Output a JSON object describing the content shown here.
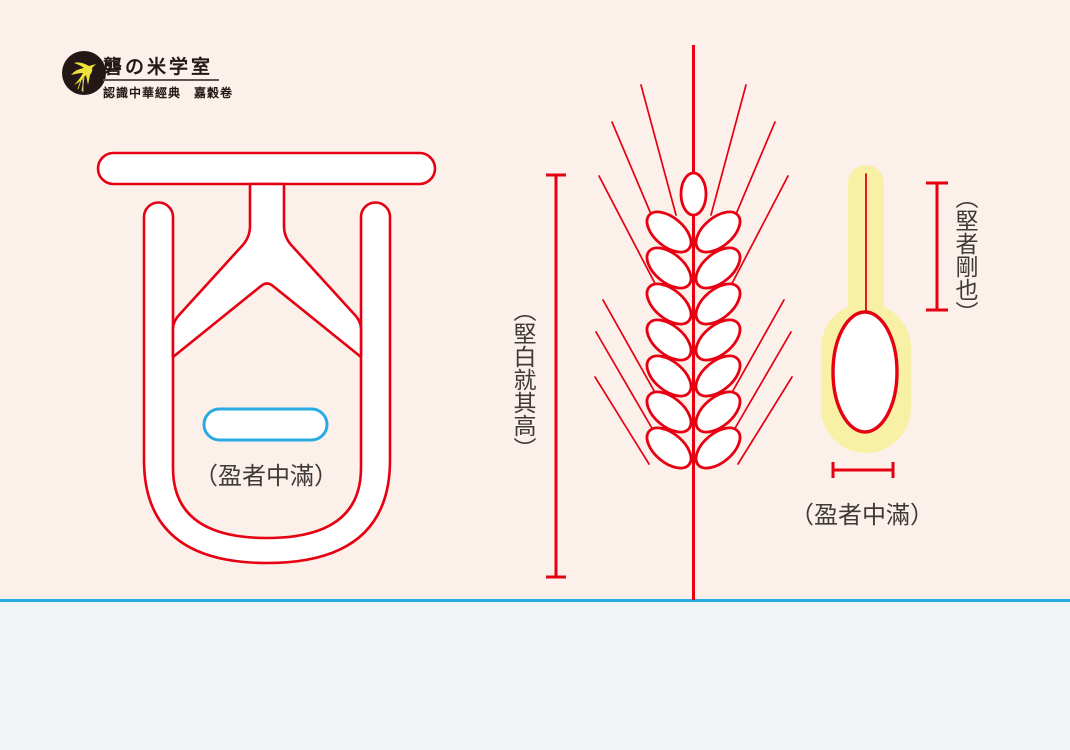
{
  "logo": {
    "icon": "swallow-bird-icon",
    "title": "礱の米学室",
    "subtitle": "認識中華經典　嘉穀卷"
  },
  "annotations": {
    "seal_character_caption": "（盈者中滿）",
    "wheat_height_caption": "（堅白就其高）",
    "grain_awn_caption": "（堅者剛也）",
    "grain_width_caption": "（盈者中滿）"
  },
  "colors": {
    "red": "#e60012",
    "blue": "#29abe2",
    "husk-yellow": "#f8f0a5",
    "bg-top": "#fcf0ea",
    "bg-bottom": "#f1f5f8",
    "text-dark": "#3e3a39",
    "logo-dark": "#231815",
    "logo-yellow": "#efe23a"
  }
}
